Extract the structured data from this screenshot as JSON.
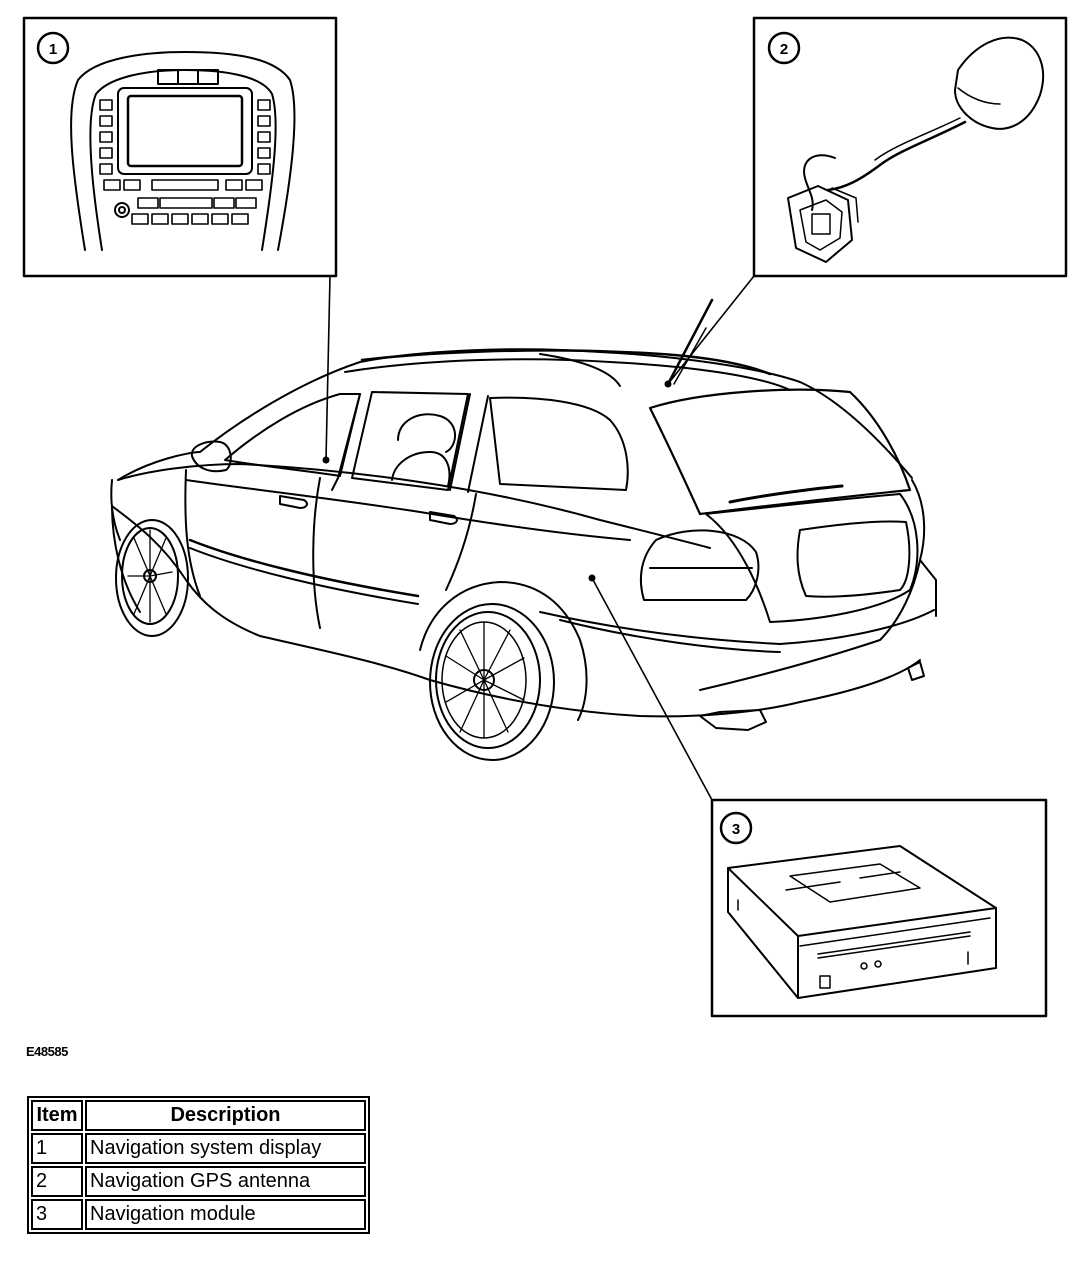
{
  "callouts": [
    {
      "number": "1",
      "name": "Navigation system display"
    },
    {
      "number": "2",
      "name": "Navigation GPS antenna"
    },
    {
      "number": "3",
      "name": "Navigation module"
    }
  ],
  "figure_code": "E48585",
  "legend": {
    "headers": {
      "item": "Item",
      "description": "Description"
    },
    "rows": [
      {
        "item": "1",
        "description": "Navigation system display"
      },
      {
        "item": "2",
        "description": "Navigation GPS antenna"
      },
      {
        "item": "3",
        "description": "Navigation module"
      }
    ]
  }
}
